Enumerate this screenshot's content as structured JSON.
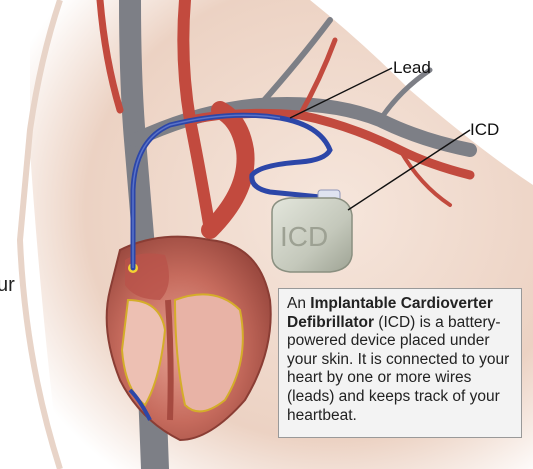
{
  "labels": {
    "lead": "Lead",
    "icd": "ICD"
  },
  "device_text": "ICD",
  "edge_text": "ur",
  "callout": {
    "prefix": "An ",
    "bold": "Implantable Cardioverter Defibrillator",
    "rest": " (ICD) is a battery-powered device placed under your skin.  It is connected to your heart by one or more wires (leads) and keeps track of your heartbeat."
  },
  "colors": {
    "lead_wire": "#2c46a8",
    "artery": "#c24a3e",
    "vein": "#7d7f86",
    "heart": "#c97062",
    "device": "#c7cbbf",
    "skin": "#f0ddd0"
  }
}
